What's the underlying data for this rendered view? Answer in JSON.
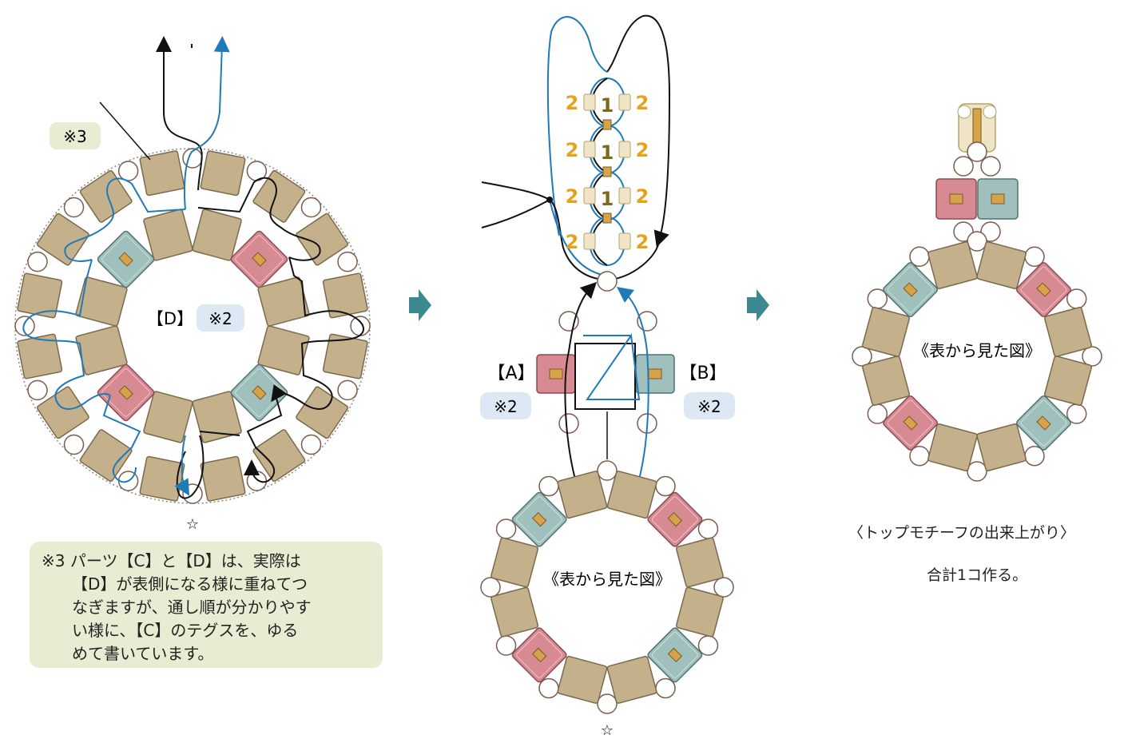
{
  "left_figure": {
    "note_ref": "※3",
    "center_label": "【D】",
    "center_ref": "※2",
    "star": "☆"
  },
  "middle_figure": {
    "bead_1": "1",
    "bead_2": "2",
    "label_a": "【A】",
    "label_b": "【B】",
    "ref_a": "※2",
    "ref_b": "※2",
    "view_label": "《表から見た図》",
    "star": "☆"
  },
  "right_figure": {
    "view_label": "《表から見た図》",
    "caption": "〈トップモチーフの出来上がり〉",
    "quantity": "合計1コ作る。"
  },
  "note": {
    "line1": "※3 パーツ【C】と【D】は、実際は",
    "line2": "【D】が表側になる様に重ねてつ",
    "line3": "なぎますが、通し順が分かりやす",
    "line4": "い様に、【C】のテグスを、ゆる",
    "line5": "めて書いています。"
  },
  "colors": {
    "tile": "#c4b18c",
    "tile_edge": "#7a6a4c",
    "pink": "#d88a92",
    "teal": "#9fc0bd",
    "blue_thread": "#1f7ab8",
    "black_thread": "#111111",
    "orange_num": "#e5a21a",
    "arrow": "#3a8a8f",
    "ref_bg": "#dce8f4",
    "note_bg": "#e8ecd2"
  }
}
